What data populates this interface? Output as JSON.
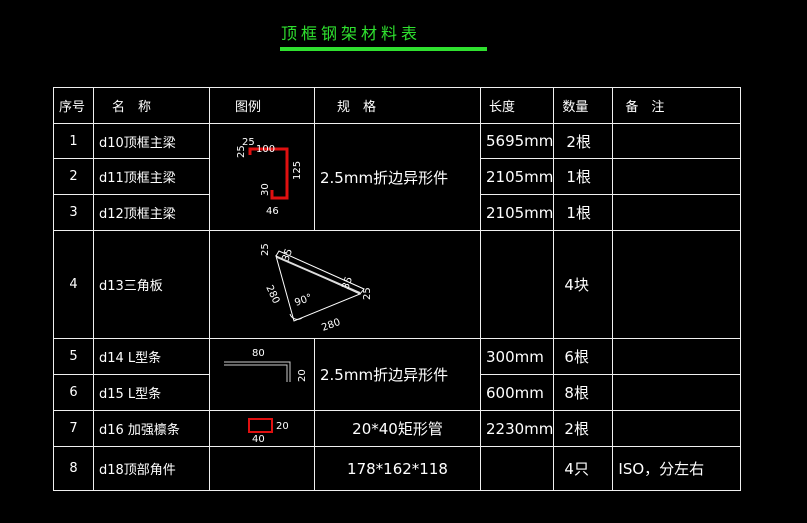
{
  "title": "顶框钢架材料表",
  "headers": {
    "no": "序号",
    "name": "名　称",
    "figure": "图例",
    "spec": "规　格",
    "length": "长度",
    "qty": "数量",
    "remark": "备　注"
  },
  "rows": [
    {
      "no": "1",
      "name": "d10顶框主梁",
      "length": "5695mm",
      "qty": "2根",
      "remark": ""
    },
    {
      "no": "2",
      "name": "d11顶框主梁",
      "length": "2105mm",
      "qty": "1根",
      "remark": ""
    },
    {
      "no": "3",
      "name": "d12顶框主梁",
      "length": "2105mm",
      "qty": "1根",
      "remark": ""
    },
    {
      "no": "4",
      "name": "d13三角板",
      "length": "",
      "qty": "4块",
      "remark": ""
    },
    {
      "no": "5",
      "name": "d14 L型条",
      "length": "300mm",
      "qty": "6根",
      "remark": ""
    },
    {
      "no": "6",
      "name": "d15 L型条",
      "length": "600mm",
      "qty": "8根",
      "remark": ""
    },
    {
      "no": "7",
      "name": "d16 加强檩条",
      "length": "2230mm",
      "qty": "2根",
      "remark": ""
    },
    {
      "no": "8",
      "name": "d18顶部角件",
      "length": "",
      "qty": "4只",
      "remark": "ISO，分左右"
    }
  ],
  "specs": {
    "zbeam": "2.5mm折边异形件",
    "lbar": "2.5mm折边异形件",
    "tube": "20*40矩形管",
    "corner": "178*162*118"
  },
  "figures": {
    "zbeam": {
      "dims": [
        "25",
        "100",
        "25",
        "125",
        "30",
        "46"
      ],
      "color": "#e01010"
    },
    "triangle": {
      "dims": [
        "25",
        "35",
        "35",
        "25",
        "280",
        "280",
        "90°"
      ]
    },
    "lbar": {
      "dims": [
        "80",
        "20"
      ]
    },
    "tube": {
      "dims": [
        "20",
        "40"
      ],
      "color": "#e01010"
    }
  },
  "colors": {
    "title": "#2fe02f",
    "grid": "#f0f0f0",
    "background": "#000000"
  }
}
